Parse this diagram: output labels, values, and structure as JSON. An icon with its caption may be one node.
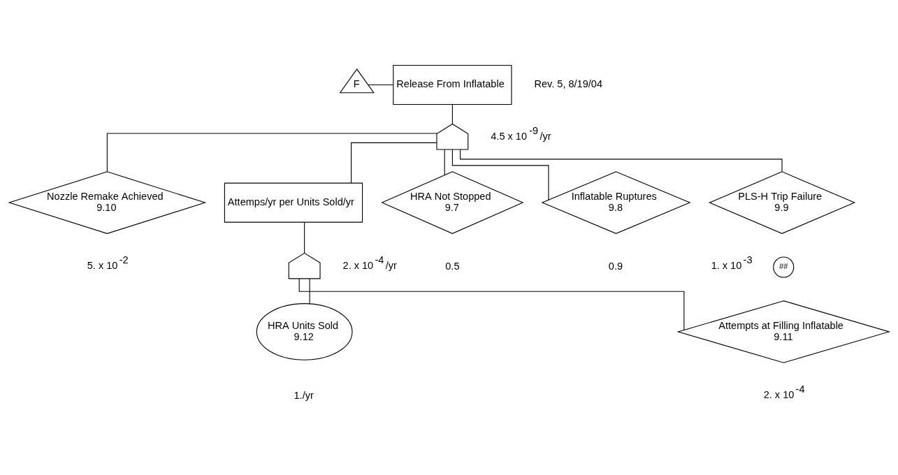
{
  "diagram": {
    "nodes": [
      {
        "text": [
          "F"
        ]
      },
      {
        "text": [
          "Release From Inflatable"
        ]
      },
      {
        "text": [],
        "shape": "gate",
        "beside": [
          "4.5 x 10$^{-9}$ /yr"
        ]
      },
      {
        "text": [
          "Nozzle Remake Achieved",
          "9.10"
        ],
        "beside": [
          "5. x 10$^{-2}$"
        ]
      },
      {
        "text": [
          "Attemps/yr per Units Sold/yr"
        ]
      },
      {
        "text": [
          "HRA Not Stopped",
          "9.7"
        ],
        "beside": [
          "0.5"
        ]
      },
      {
        "text": [
          "Inflatable Ruptures",
          "9.8"
        ],
        "beside": [
          "0.9"
        ]
      },
      {
        "text": [
          "PLS-H Trip Failure",
          "9.9"
        ],
        "beside": [
          "1. x 10$^{-3}$"
        ]
      },
      {
        "text": [],
        "shape": "gate",
        "beside": [
          "2. x 10$^{-4}$ /yr"
        ]
      },
      {
        "text": [
          "##"
        ]
      },
      {
        "text": [
          "Attempts at Filling Inflatable",
          "9.11"
        ],
        "beside": [
          "2. x 10$^{-4}$"
        ]
      },
      {
        "text": [
          "HRA Units Sold",
          "9.12"
        ],
        "beside": [
          "1./yr"
        ]
      }
    ],
    "edges": [
      {
        "from": 0,
        "to": 1,
        "arrow": "none"
      },
      {
        "from": 1,
        "to": 2,
        "arrow": "none"
      },
      {
        "from": 2,
        "to": 3,
        "arrow": "none"
      },
      {
        "from": 2,
        "to": 4,
        "arrow": "none"
      },
      {
        "from": 2,
        "to": 5,
        "arrow": "none"
      },
      {
        "from": 2,
        "to": 6,
        "arrow": "none"
      },
      {
        "from": 2,
        "to": 7,
        "arrow": "none"
      },
      {
        "from": 4,
        "to": 8,
        "arrow": "none"
      },
      {
        "from": 8,
        "to": 10,
        "arrow": "none"
      },
      {
        "from": 8,
        "to": 11,
        "arrow": "none"
      }
    ],
    "labels": [
      "Rev. 5, 8/19/04"
    ]
  }
}
